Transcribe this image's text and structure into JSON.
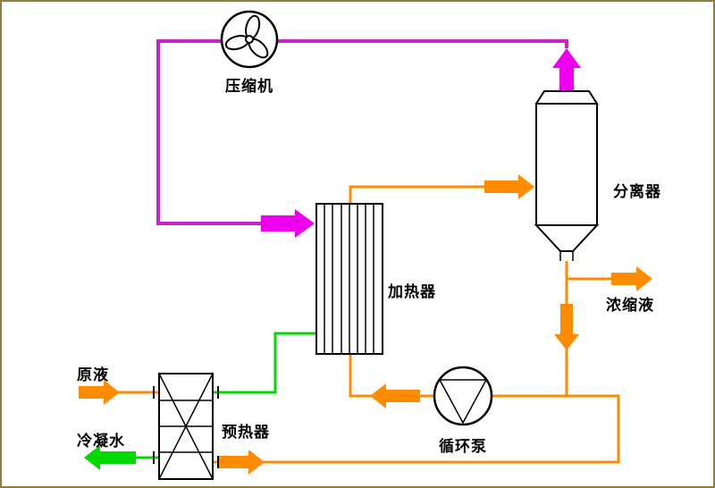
{
  "labels": {
    "compressor": "压缩机",
    "separator": "分离器",
    "heater": "加热器",
    "preheater": "预热器",
    "pump": "循环泵",
    "feed": "原液",
    "condensate": "冷凝水",
    "concentrate": "浓缩液"
  },
  "colors": {
    "magenta-line": "#cc22cc",
    "magenta-arrow": "#ee00ee",
    "orange": "#ff8c00",
    "green": "#00d800",
    "equipment-stroke": "#000000",
    "canvas-bg": "#ffffff",
    "frame-border": "#8d7f42"
  }
}
